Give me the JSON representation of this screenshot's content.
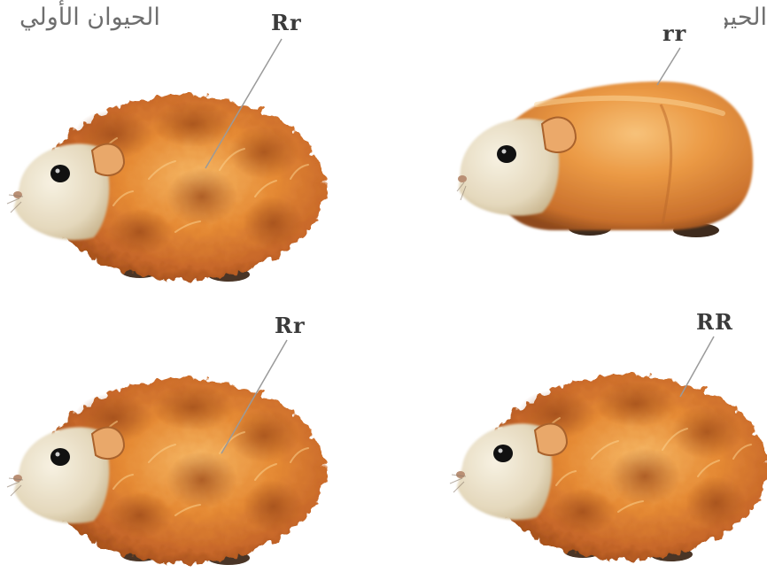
{
  "caption_top_left": "الحيوان الأولي",
  "caption_top_right": "الحيوان الثاني",
  "animals": [
    {
      "genotype": "Rr",
      "coat": "rosette (rough)"
    },
    {
      "genotype": "rr",
      "coat": "smooth"
    },
    {
      "genotype": "Rr",
      "coat": "rosette (rough)"
    },
    {
      "genotype": "RR",
      "coat": "rosette (rough)"
    }
  ],
  "colors": {
    "fur_light": "#f2a24a",
    "fur_mid": "#d9782a",
    "fur_dark": "#b45a1e",
    "face": "#ece3cf",
    "label_line": "#9a9a9a",
    "text": "#3a3a3a"
  }
}
